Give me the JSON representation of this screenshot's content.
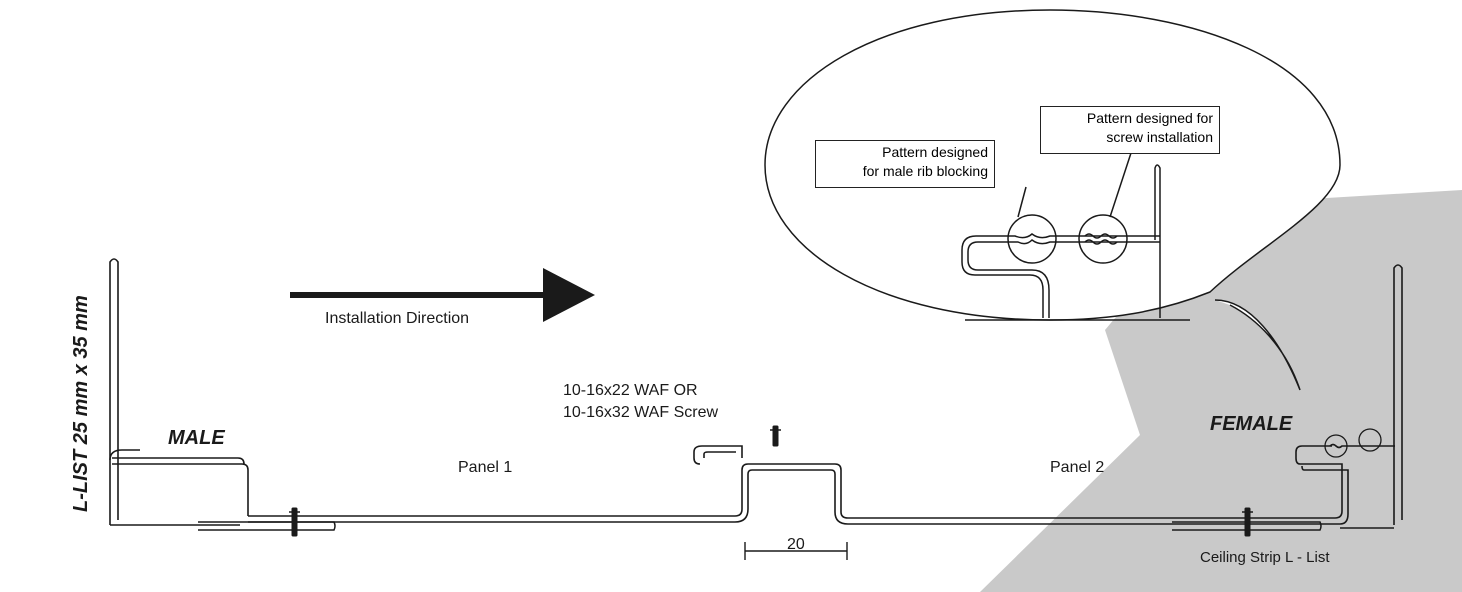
{
  "labels": {
    "l_list": "L-LIST 25 mm x 35 mm",
    "male": "MALE",
    "female": "FEMALE",
    "installation_direction": "Installation Direction",
    "screw_line1": "10-16x22 WAF OR",
    "screw_line2": "10-16x32 WAF Screw",
    "panel1": "Panel 1",
    "panel2": "Panel 2",
    "dimension": "20",
    "ceiling_strip": "Ceiling Strip L - List"
  },
  "callouts": {
    "male_rib_line1": "Pattern designed",
    "male_rib_line2": "for male rib blocking",
    "screw_line1": "Pattern designed for",
    "screw_line2": "screw installation"
  },
  "colors": {
    "background": "#ffffff",
    "grey_panel": "#c9c9c9",
    "stroke": "#1a1a1a"
  }
}
